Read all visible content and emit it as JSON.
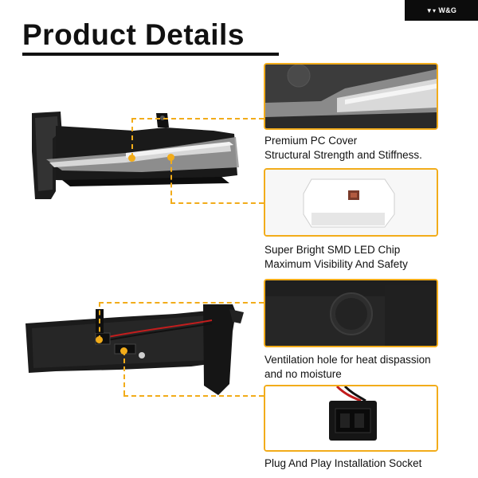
{
  "brand": {
    "name": "W&G"
  },
  "title": "Product Details",
  "features": [
    {
      "line1": "Premium PC Cover",
      "line2": "Structural Strength and Stiffness."
    },
    {
      "line1": "Super Bright SMD LED Chip",
      "line2": "Maximum Visibility And Safety"
    },
    {
      "line1": "Ventilation hole for heat dispassion",
      "line2": "and no moisture"
    },
    {
      "line1": "Plug And Play Installation Socket",
      "line2": ""
    }
  ],
  "colors": {
    "accent": "#f2ac1a",
    "brand_bg": "#0c0c0c",
    "text": "#111111"
  },
  "icons": [
    "brand-logo-icon"
  ]
}
